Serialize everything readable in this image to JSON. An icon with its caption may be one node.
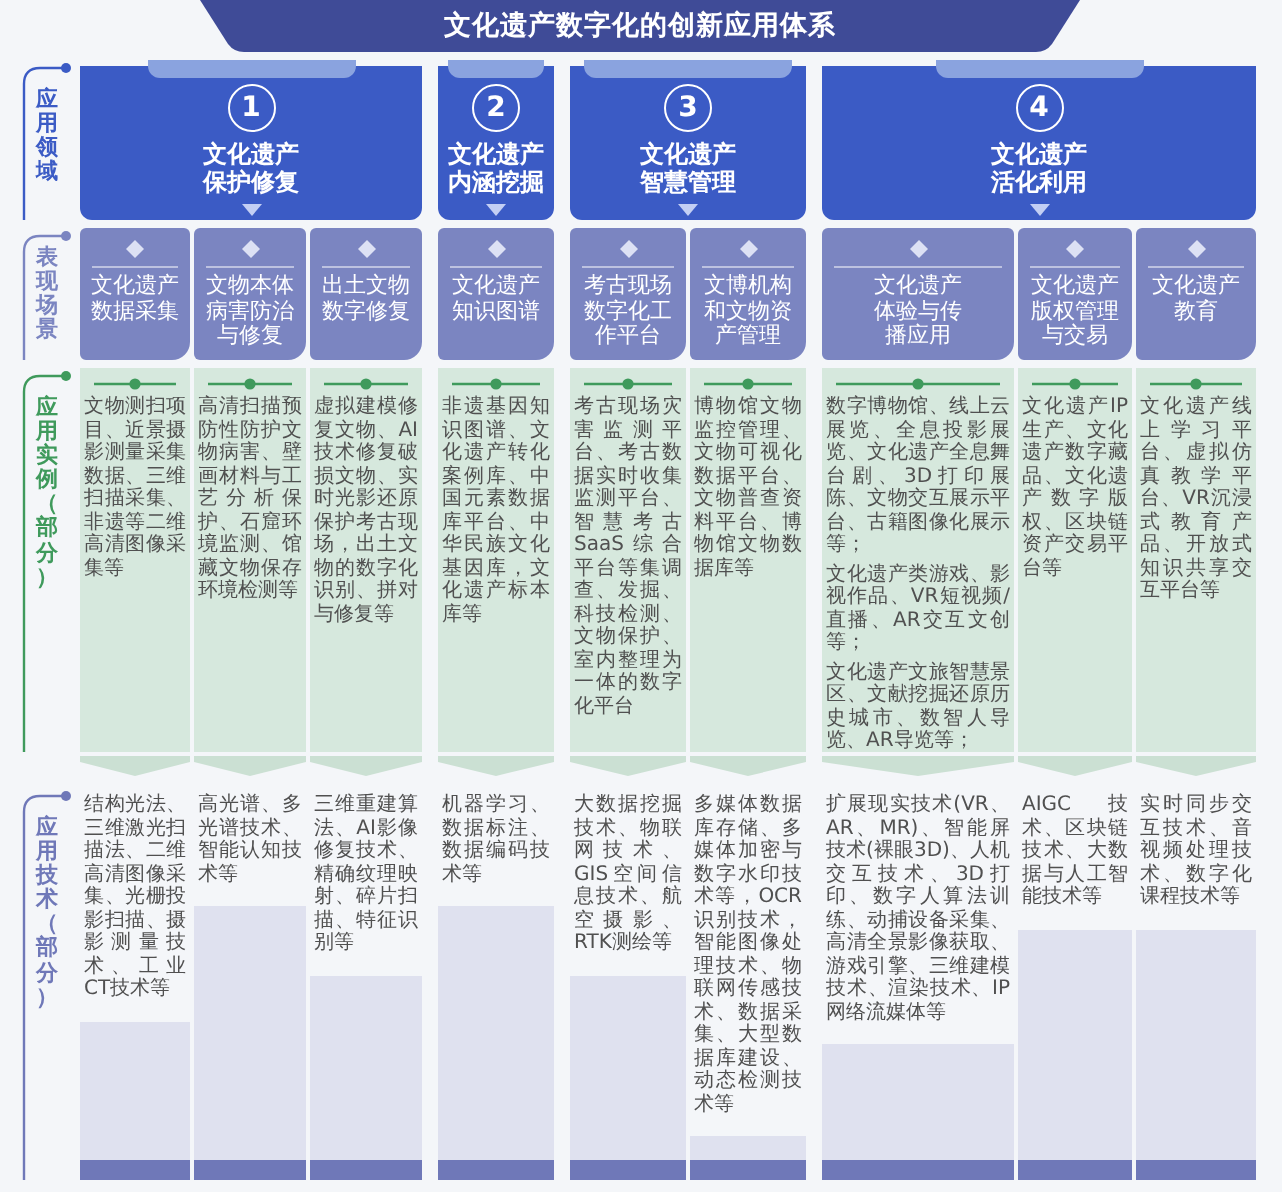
{
  "diagram": {
    "title": "文化遗产数字化的创新应用体系",
    "nodes": [
      {
        "text": [
          "1",
          "文化遗产保护修复"
        ]
      },
      {
        "text": [
          "2",
          "文化遗产内涵挖掘"
        ]
      },
      {
        "text": [
          "3",
          "文化遗产智慧管理"
        ]
      },
      {
        "text": [
          "4",
          "文化遗产活化利用"
        ]
      },
      {
        "text": [
          "文化遗产数据采集"
        ]
      },
      {
        "text": [
          "文物本体病害防治与修复"
        ]
      },
      {
        "text": [
          "出土文物数字修复"
        ]
      },
      {
        "text": [
          "文化遗产知识图谱"
        ]
      },
      {
        "text": [
          "考古现场数字化工作平台"
        ]
      },
      {
        "text": [
          "文博机构和文物资产管理"
        ]
      },
      {
        "text": [
          "文化遗产体验与传播应用"
        ]
      },
      {
        "text": [
          "文化遗产版权管理与交易"
        ]
      },
      {
        "text": [
          "文化遗产教育"
        ]
      },
      {
        "text": [
          "文物测扫项目、近景摄影测量采集数据、三维扫描采集、非遗等二维高清图像采集等"
        ]
      },
      {
        "text": [
          "高清扫描预防性防护文物病害、壁画材料与工艺分析保护、石窟环境监测、馆藏文物保存环境检测等"
        ]
      },
      {
        "text": [
          "虚拟建模修复文物、AI技术修复破损文物、实时光影还原保护考古现场，出土文物的数字化识别、拼对与修复等"
        ]
      },
      {
        "text": [
          "非遗基因知识图谱、文化遗产转化案例库、中国元素数据库平台、中华民族文化基因库，文化遗产标本库等"
        ]
      },
      {
        "text": [
          "考古现场灾害监测平台、考古数据实时收集监测平台、智慧考古SaaS综合平台等集调查、发掘、科技检测、文物保护、室内整理为一体的数字化平台"
        ]
      },
      {
        "text": [
          "博物馆文物监控管理、文物可视化数据平台、文物普查资料平台、博物馆文物数据库等"
        ]
      },
      {
        "text": [
          "数字博物馆、线上云展览、全息投影展览、文化遗产全息舞台剧、3D打印展陈、文物交互展示平台、古籍图像化展示等；",
          "文化遗产类游戏、影视作品、VR短视频/直播、AR交互文创等；",
          "文化遗产文旅智慧景区、文献挖掘还原历史城市、数智人导览、AR导览等；"
        ]
      },
      {
        "text": [
          "文化遗产IP生产、文化遗产数字藏品、文化遗产数字版权、区块链资产交易平台等"
        ]
      },
      {
        "text": [
          "文化遗产线上学习平台、虚拟仿真教学平台、VR沉浸式教育产品、开放式知识共享交互平台等"
        ]
      },
      {
        "text": [
          "结构光法、三维激光扫描法、二维高清图像采集、光栅投影扫描、摄影测量技术、工业CT技术等"
        ]
      },
      {
        "text": [
          "高光谱、多光谱技术、智能认知技术等"
        ]
      },
      {
        "text": [
          "三维重建算法、AI影像修复技术、精确纹理映射、碎片扫描、特征识别等"
        ]
      },
      {
        "text": [
          "机器学习、数据标注、数据编码技术等"
        ]
      },
      {
        "text": [
          "大数据挖掘技术、物联网技术、GIS空间信息技术、航空摄影、RTK测绘等"
        ]
      },
      {
        "text": [
          "多媒体数据库存储、多媒体加密与数字水印技术等，OCR识别技术，智能图像处理技术、物联网传感技术、数据采集、大型数据库建设、动态检测技术等"
        ]
      },
      {
        "text": [
          "扩展现实技术(VR、AR、MR)、智能屏技术(裸眼3D)、人机交互技术、3D打印、数字人算法训练、动捕设备采集、高清全景影像获取、游戏引擎、三维建模技术、渲染技术、IP网络流媒体等"
        ]
      },
      {
        "text": [
          "AIGC技术、区块链技术、大数据与人工智能技术等"
        ]
      },
      {
        "text": [
          "实时同步交互技术、音视频处理技术、数字化课程技术等"
        ]
      }
    ],
    "labels": [
      "应用领域",
      "表现场景",
      "应用实例（部分）",
      "应用技术（部分）"
    ]
  }
}
